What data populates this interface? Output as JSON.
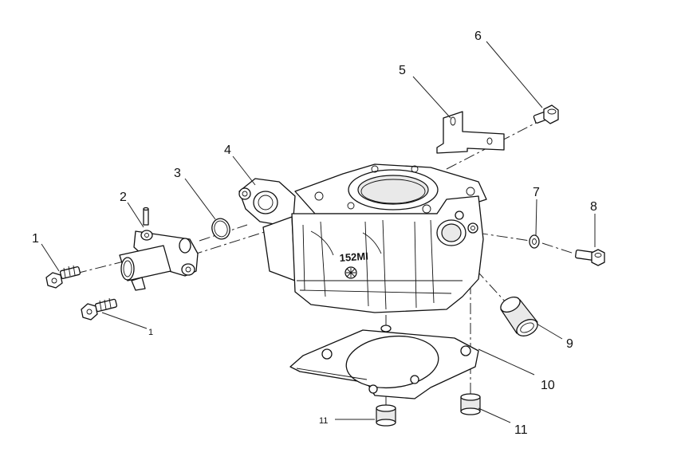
{
  "diagram": {
    "callouts": [
      {
        "id": "c1a",
        "text": "1"
      },
      {
        "id": "c1b",
        "text": "1"
      },
      {
        "id": "c2",
        "text": "2"
      },
      {
        "id": "c3",
        "text": "3"
      },
      {
        "id": "c4",
        "text": "4"
      },
      {
        "id": "c5",
        "text": "5"
      },
      {
        "id": "c6",
        "text": "6"
      },
      {
        "id": "c7",
        "text": "7"
      },
      {
        "id": "c8",
        "text": "8"
      },
      {
        "id": "c9",
        "text": "9"
      },
      {
        "id": "c10",
        "text": "10"
      },
      {
        "id": "c11a",
        "text": "11"
      },
      {
        "id": "c11b",
        "text": "11"
      }
    ],
    "engraving": "152MI",
    "colors": {
      "line": "#111111",
      "background": "#ffffff",
      "shade": "#e9e9e9"
    }
  }
}
